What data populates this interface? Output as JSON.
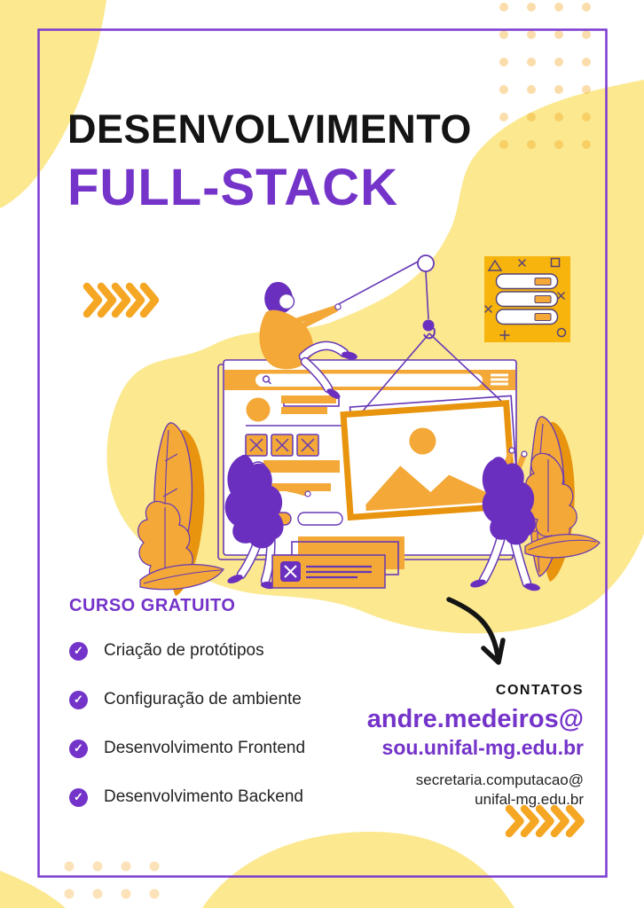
{
  "poster": {
    "title_line1": "DESENVOLVIMENTO",
    "title_line2": "FULL-STACK"
  },
  "course": {
    "heading": "CURSO GRATUITO",
    "items": [
      "Criação de protótipos",
      "Configuração de ambiente",
      "Desenvolvimento Frontend",
      "Desenvolvimento Backend"
    ]
  },
  "contacts": {
    "heading": "CONTATOS",
    "email_primary_line1": "andre.medeiros@",
    "email_primary_line2": "sou.unifal-mg.edu.br",
    "email_secondary_line1": "secretaria.computacao@",
    "email_secondary_line2": "unifal-mg.edu.br"
  },
  "icons": {
    "check": "check-circle-icon",
    "chevrons": "chevron-right-icon",
    "search": "search-icon",
    "menu": "hamburger-menu-icon",
    "arrow": "curved-arrow-icon",
    "image_placeholder": "image-mountains-sun-icon"
  },
  "palette": {
    "purple_text": "#7433C9",
    "purple_fill": "#6B2FC0",
    "purple_outline": "#6638B6",
    "frame_purple": "#7B3AD0",
    "orange": "#F3A838",
    "orange_chevron": "#F5A623",
    "orange_dark": "#E8940E",
    "golden_panel": "#F6B40D",
    "pale_yellow": "#FBE88F",
    "black": "#141414",
    "white": "#FFFFFF"
  }
}
